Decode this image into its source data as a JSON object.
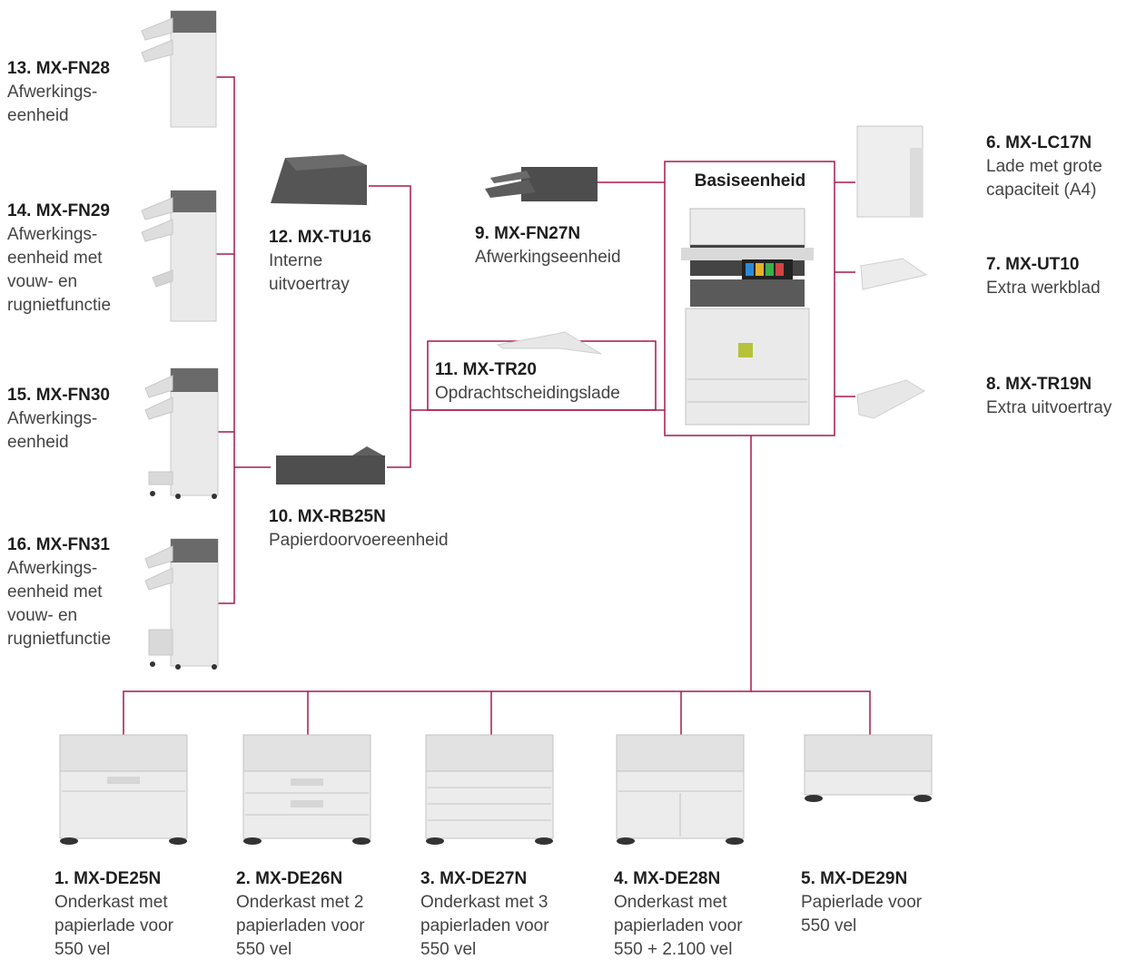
{
  "base_unit": {
    "label": "Basiseenheid"
  },
  "colors": {
    "connector": "#a6184f",
    "device_body": "#e9e9e9",
    "device_dark": "#5a5a5a"
  },
  "options": [
    {
      "code": "1. MX-DE25N",
      "desc": "Onderkast met\npapierlade voor\n550 vel"
    },
    {
      "code": "2. MX-DE26N",
      "desc": "Onderkast met 2\npapierladen voor\n550 vel"
    },
    {
      "code": "3. MX-DE27N",
      "desc": "Onderkast met 3\npapierladen voor\n550 vel"
    },
    {
      "code": "4. MX-DE28N",
      "desc": "Onderkast met\npapierladen voor\n550 + 2.100 vel"
    },
    {
      "code": "5. MX-DE29N",
      "desc": "Papierlade voor\n550 vel"
    },
    {
      "code": "6. MX-LC17N",
      "desc": "Lade met grote\ncapaciteit (A4)"
    },
    {
      "code": "7. MX-UT10",
      "desc": "Extra werkblad"
    },
    {
      "code": "8. MX-TR19N",
      "desc": "Extra uitvoertray"
    },
    {
      "code": "9. MX-FN27N",
      "desc": "Afwerkingseenheid"
    },
    {
      "code": "10. MX-RB25N",
      "desc": "Papierdoorvoereenheid"
    },
    {
      "code": "11. MX-TR20",
      "desc": "Opdrachtscheidingslade"
    },
    {
      "code": "12. MX-TU16",
      "desc": "Interne\nuitvoertray"
    },
    {
      "code": "13. MX-FN28",
      "desc": "Afwerkings-\neenheid"
    },
    {
      "code": "14. MX-FN29",
      "desc": "Afwerkings-\neenheid met\nvouw- en\nrugnietfunctie"
    },
    {
      "code": "15. MX-FN30",
      "desc": "Afwerkings-\neenheid"
    },
    {
      "code": "16. MX-FN31",
      "desc": "Afwerkings-\neenheid met\nvouw- en\nrugnietfunctie"
    }
  ]
}
